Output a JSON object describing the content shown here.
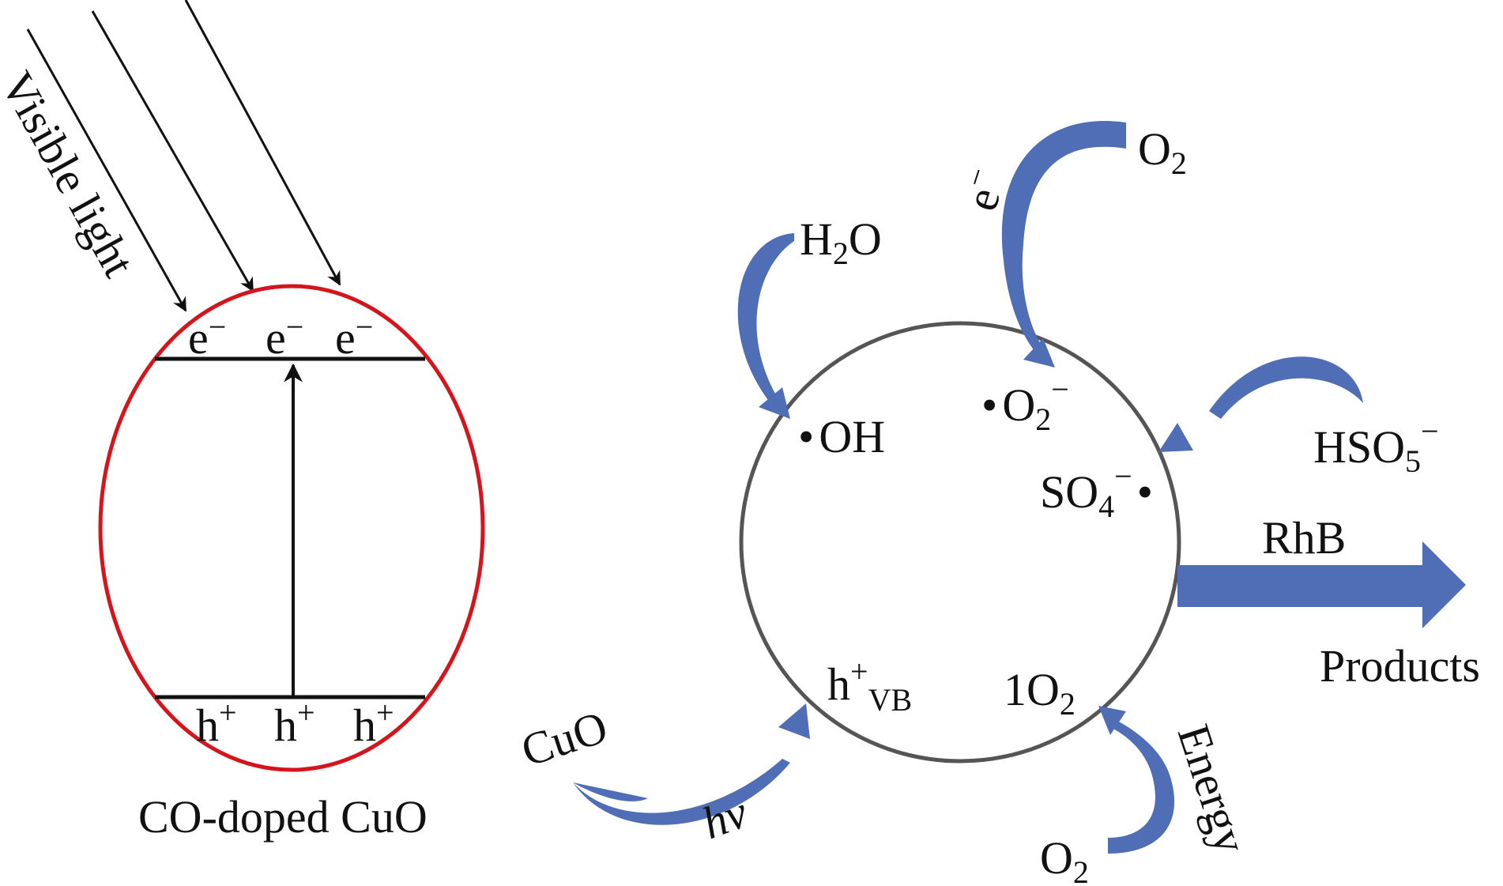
{
  "colors": {
    "ellipse_stroke": "#d5151c",
    "circle_stroke": "#555555",
    "flow_arrow": "#4f6eb6",
    "text": "#111111"
  },
  "left_panel": {
    "light_label": "Visible light",
    "electron": "e",
    "electron_charge": "−",
    "hole": "h",
    "hole_charge": "+",
    "caption": "CO-doped CuO"
  },
  "right_panel": {
    "h2o": {
      "base": "H",
      "sub": "2",
      "tail": "O"
    },
    "o2_top": {
      "base": "O",
      "sub": "2"
    },
    "electron": {
      "base": "e",
      "sup": "−"
    },
    "oh_radical": {
      "dot": "•",
      "text": "OH"
    },
    "superoxide": {
      "dot": "•",
      "base": "O",
      "sub": "2",
      "sup": "−"
    },
    "persulfate": {
      "base": "HSO",
      "sub": "5",
      "sup": "−"
    },
    "sulfate_radical": {
      "base": "SO",
      "sub": "4",
      "sup": "−",
      "dot": "•"
    },
    "rhb": "RhB",
    "products": "Products",
    "hole_vb": {
      "base": "h",
      "sup": "+",
      "sub": "VB"
    },
    "singlet_oxygen": {
      "base": "1O",
      "sub": "2"
    },
    "cuo": "CuO",
    "hv": "hν",
    "energy": "Energy",
    "o2_bottom": {
      "base": "O",
      "sub": "2"
    }
  }
}
